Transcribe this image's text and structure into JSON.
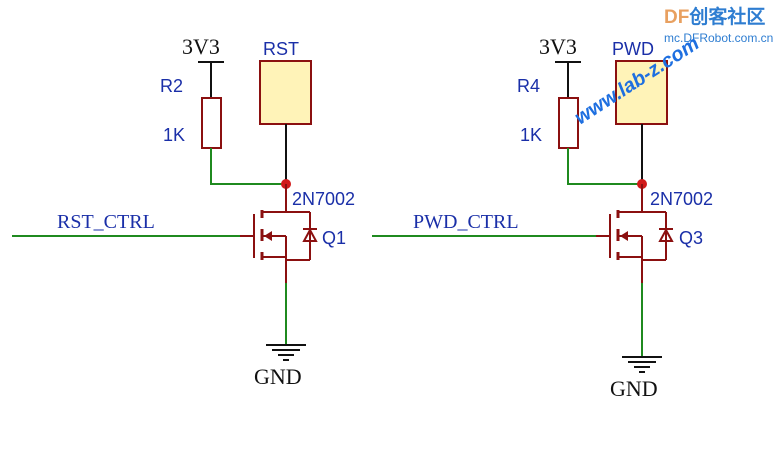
{
  "colors": {
    "wire": "#1f8a1f",
    "component": "#8b1010",
    "junction": "#d11a1a",
    "connector_fill": "#fff3b8",
    "connector_stroke": "#8b1010",
    "label_blue": "#1a2fa8",
    "power_text": "#111111"
  },
  "watermark": {
    "brand_df": "DF",
    "brand_rest": "创客社区",
    "url": "mc.DFRobot.com.cn",
    "diagonal": "www.lab-z.com"
  },
  "circuits": [
    {
      "id": "rst",
      "power": "3V3",
      "connector": "RST",
      "resistor_ref": "R2",
      "resistor_value": "1K",
      "mosfet_part": "2N7002",
      "mosfet_ref": "Q1",
      "net": "RST_CTRL",
      "ground": "GND"
    },
    {
      "id": "pwd",
      "power": "3V3",
      "connector": "PWD",
      "resistor_ref": "R4",
      "resistor_value": "1K",
      "mosfet_part": "2N7002",
      "mosfet_ref": "Q3",
      "net": "PWD_CTRL",
      "ground": "GND"
    }
  ]
}
